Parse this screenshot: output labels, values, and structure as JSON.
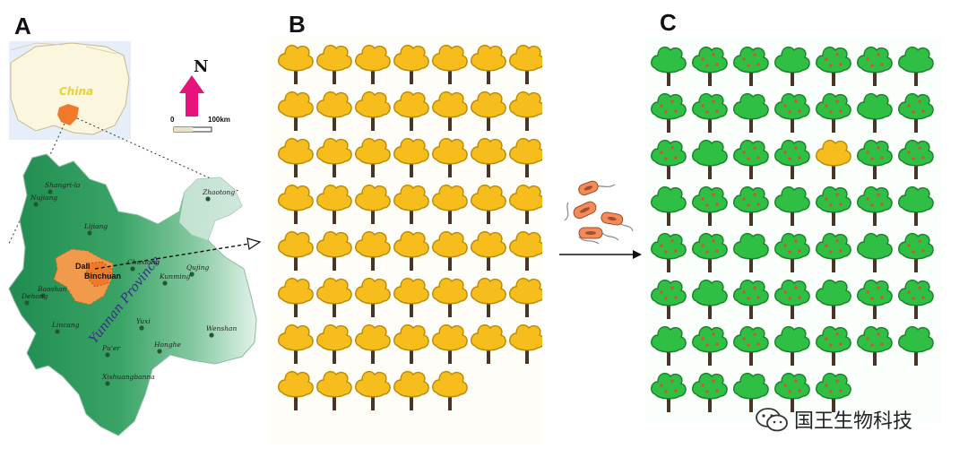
{
  "panels": {
    "a_label": "A",
    "b_label": "B",
    "c_label": "C"
  },
  "map": {
    "inset_country": "China",
    "north_label": "N",
    "scale_zero": "0",
    "scale_max": "100km",
    "province_label": "Yunnan Province",
    "highlight_label_1": "Dali",
    "highlight_label_2": "Binchuan",
    "cities": [
      "Shangri-la",
      "Nujiang",
      "Lijiang",
      "Zhaotong",
      "Baoshan",
      "Dehong",
      "Chuxiong",
      "Kunming",
      "Qujing",
      "Lincang",
      "Yuxi",
      "Pu'er",
      "Honghe",
      "Wenshan",
      "Xishuangbanna"
    ],
    "colors": {
      "province": "#2e9a5c",
      "province_light": "#cfe8dc",
      "highlight": "#f29a4c",
      "north_arrow": "#e8137a"
    }
  },
  "orchard_healthy": {
    "rows": [
      7,
      7,
      7,
      7,
      7,
      7,
      7,
      5
    ],
    "colors": {
      "canopy": "#f7bd1c",
      "trunk": "#4a3426"
    }
  },
  "orchard_infected": {
    "rows": [
      7,
      7,
      7,
      7,
      7,
      7,
      7,
      5
    ],
    "yellow_tree": {
      "row": 2,
      "col": 4
    },
    "colors": {
      "canopy": "#2fbf44",
      "canopy_dark": "#1c7f2b",
      "spot": "#e24a2a",
      "trunk": "#4a3426"
    }
  },
  "watermark": {
    "text": "国王生物科技"
  }
}
